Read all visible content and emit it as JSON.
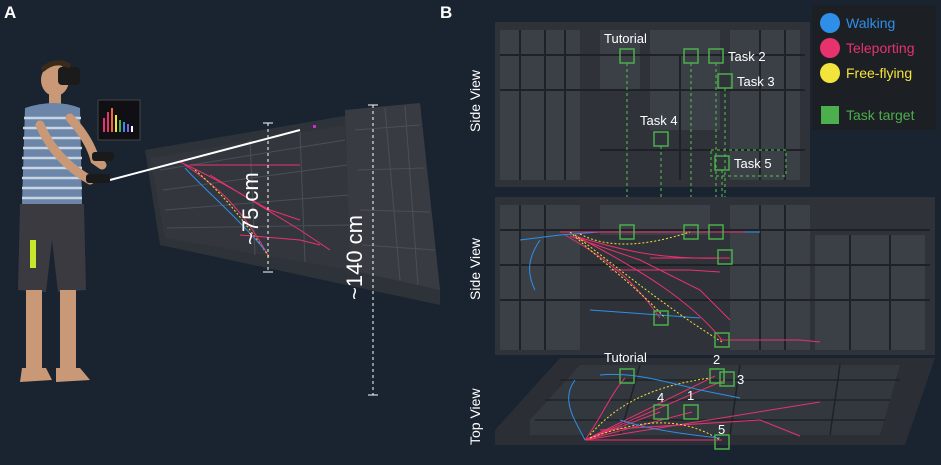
{
  "panel_a": {
    "label": "A",
    "height_small": "~75 cm",
    "height_large": "~140 cm"
  },
  "panel_b": {
    "label": "B",
    "view_side_1": "Side View",
    "view_side_2": "Side View",
    "view_top": "Top View",
    "task_labels": {
      "tutorial": "Tutorial",
      "task2": "Task 2",
      "task3": "Task 3",
      "task4": "Task 4",
      "task5": "Task 5"
    },
    "top_labels": {
      "tutorial": "Tutorial",
      "n1": "1",
      "n2": "2",
      "n3": "3",
      "n4": "4",
      "n5": "5"
    }
  },
  "legend": {
    "items": [
      {
        "label": "Walking",
        "color": "#2f8fe8",
        "shape": "circle"
      },
      {
        "label": "Teleporting",
        "color": "#e8326e",
        "shape": "circle"
      },
      {
        "label": "Free-flying",
        "color": "#f2e43a",
        "shape": "circle"
      },
      {
        "label": "Task target",
        "color": "#4cae4c",
        "shape": "square"
      }
    ]
  },
  "colors": {
    "background": "#1a2330",
    "building": "#3a3e44",
    "target": "#4cae4c",
    "text": "#ffffff"
  }
}
